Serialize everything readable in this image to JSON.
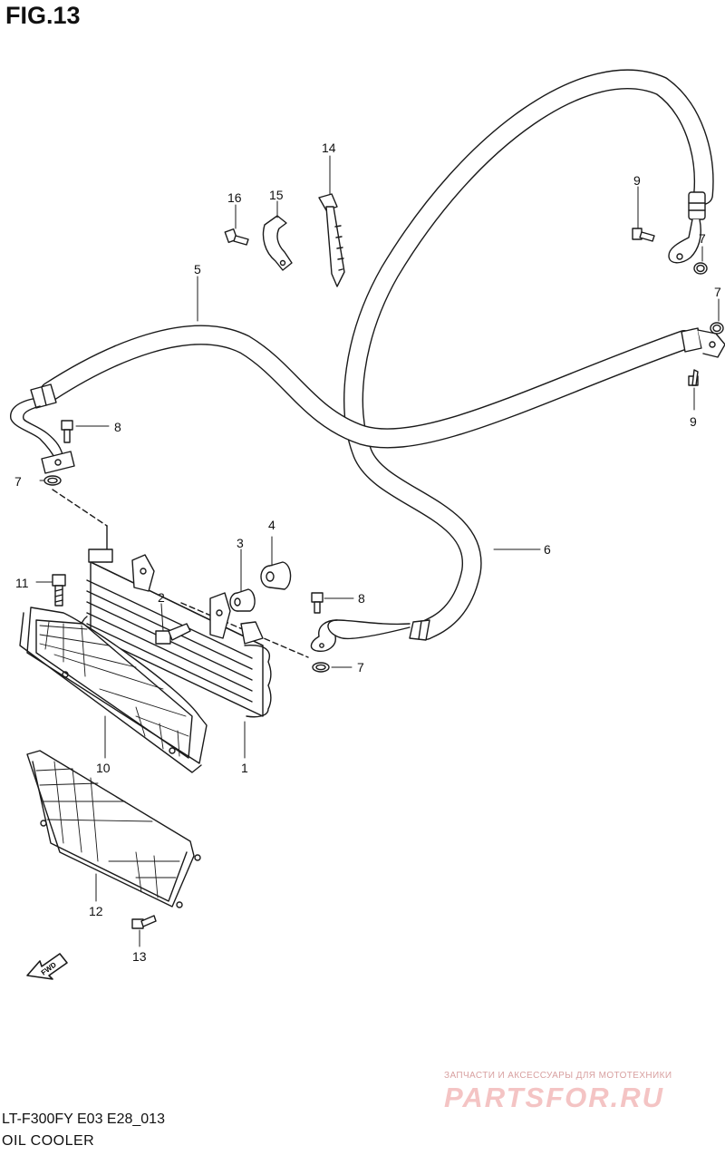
{
  "figure": {
    "title": "FIG.13",
    "model_code": "LT-F300FY E03 E28_013",
    "caption": "OIL COOLER",
    "fwd_label": "FWD"
  },
  "callouts": {
    "c1": "1",
    "c2": "2",
    "c3": "3",
    "c4": "4",
    "c5": "5",
    "c6": "6",
    "c7a": "7",
    "c7b": "7",
    "c7c": "7",
    "c7d": "7",
    "c8a": "8",
    "c8b": "8",
    "c9a": "9",
    "c9b": "9",
    "c10": "10",
    "c11": "11",
    "c12": "12",
    "c13": "13",
    "c14": "14",
    "c15": "15",
    "c16": "16"
  },
  "watermark": {
    "tagline": "ЗАПЧАСТИ И АКСЕССУАРЫ ДЛЯ МОТОТЕХНИКИ",
    "brand": "PARTSFOR.RU"
  },
  "colors": {
    "line": "#1a1a1a",
    "watermark": "#f4c4c4"
  }
}
